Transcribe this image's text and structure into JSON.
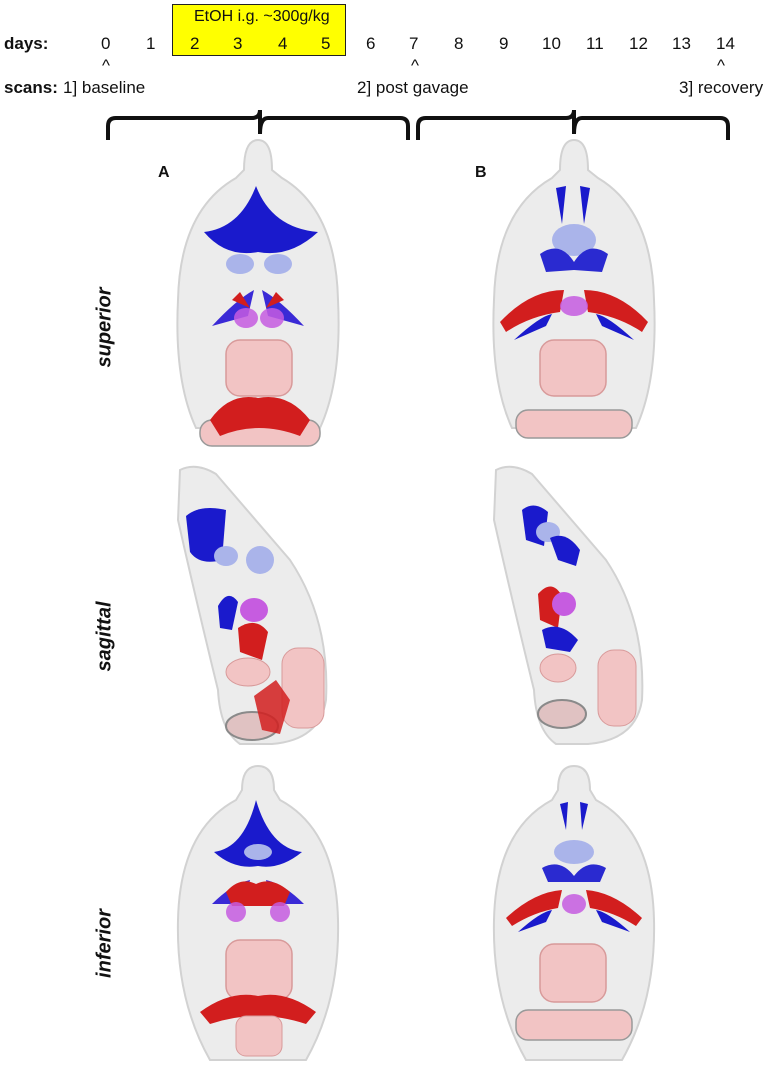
{
  "timeline": {
    "days_label": "days:",
    "scans_label": "scans:",
    "days": [
      "0",
      "1",
      "2",
      "3",
      "4",
      "5",
      "6",
      "7",
      "8",
      "9",
      "10",
      "11",
      "12",
      "13",
      "14"
    ],
    "caret": "^",
    "treatment": "EtOH i.g. ~300g/kg",
    "scans": [
      {
        "text": "1] baseline"
      },
      {
        "text": "2] post gavage"
      },
      {
        "text": "3] recovery"
      }
    ]
  },
  "panels": {
    "left_letter": "A",
    "right_letter": "B"
  },
  "views": {
    "superior": "superior",
    "sagittal": "sagittal",
    "inferior": "inferior"
  },
  "colors": {
    "highlight": "#ffff00",
    "blue_region": "#1a1acc",
    "light_blue_region": "#aab4ea",
    "red_region": "#d21e1e",
    "pink_region": "#f2c4c4",
    "magenta_region": "#c65ce0",
    "brain_outline": "#d7d7d7"
  }
}
